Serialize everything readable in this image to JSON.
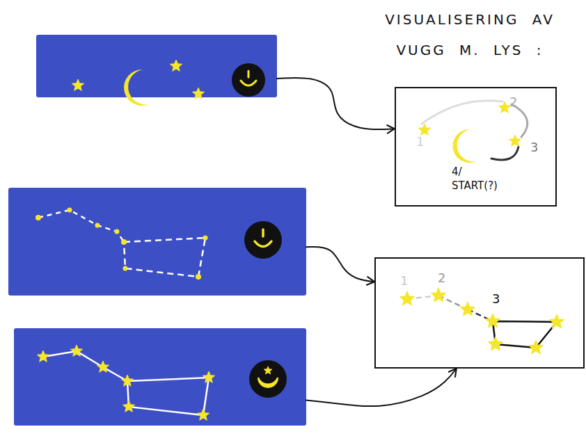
{
  "diagram": {
    "title": "VISUALISERING AV VUGG M. LYS :",
    "nodes": [
      {
        "text": []
      },
      {
        "text": [
          "1",
          "2",
          "3",
          "4/ START(?)"
        ]
      },
      {
        "text": []
      },
      {
        "text": [
          "1",
          "2",
          "3"
        ]
      },
      {
        "text": []
      }
    ],
    "edges": [
      {
        "from": 0,
        "to": 1,
        "arrow": "to"
      },
      {
        "from": 2,
        "to": 3,
        "arrow": "to"
      },
      {
        "from": 4,
        "to": 3,
        "arrow": "to"
      }
    ]
  }
}
